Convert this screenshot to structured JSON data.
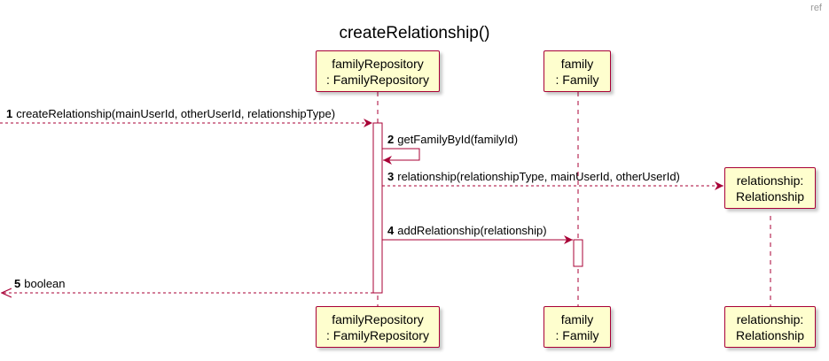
{
  "corner_label": "ref",
  "title": "createRelationship()",
  "participants": {
    "familyRepository": {
      "line1": "familyRepository",
      "line2": ": FamilyRepository"
    },
    "family": {
      "line1": "family",
      "line2": ": Family"
    },
    "relationship": {
      "line1": "relationship:",
      "line2": "Relationship"
    }
  },
  "messages": [
    {
      "num": "1",
      "text": "createRelationship(mainUserId, otherUserId, relationshipType)"
    },
    {
      "num": "2",
      "text": "getFamilyById(familyId)"
    },
    {
      "num": "3",
      "text": "relationship(relationshipType, mainUserId, otherUserId)"
    },
    {
      "num": "4",
      "text": "addRelationship(relationship)"
    },
    {
      "num": "5",
      "text": "boolean"
    }
  ],
  "colors": {
    "participant_fill": "#FEFECE",
    "border": "#A80036",
    "lifeline": "#A80036"
  }
}
